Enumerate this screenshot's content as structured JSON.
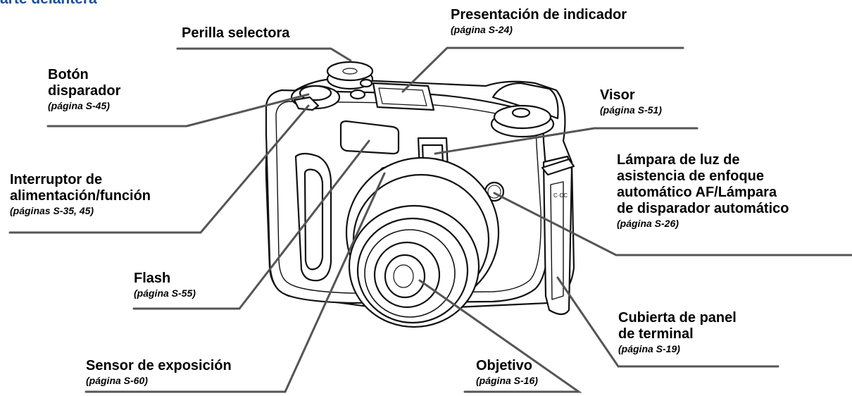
{
  "header": "arte delantera",
  "callouts": {
    "perilla": {
      "title": "Perilla selectora"
    },
    "presentacion": {
      "title": "Presentación de indicador",
      "page": "(página S-24)"
    },
    "boton": {
      "title_1": "Botón",
      "title_2": "disparador",
      "page": "(página S-45)"
    },
    "visor": {
      "title": "Visor",
      "page": "(página S-51)"
    },
    "lampara": {
      "title_1": "Lámpara de luz de",
      "title_2": "asistencia de enfoque",
      "title_3": "automático AF/Lámpara",
      "title_4": "de disparador automático",
      "page": "(página S-26)"
    },
    "interruptor": {
      "title_1": "Interruptor de",
      "title_2": "alimentación/función",
      "page": "(páginas S-35, 45)"
    },
    "flash": {
      "title": "Flash",
      "page": "(página S-55)"
    },
    "cubierta": {
      "title_1": "Cubierta de panel",
      "title_2": "de terminal",
      "page": "(página S-19)"
    },
    "sensor": {
      "title": "Sensor de exposición",
      "page": "(página S-60)"
    },
    "objetivo": {
      "title": "Objetivo",
      "page": "(página S-16)"
    }
  },
  "colors": {
    "header": "#1a4fa0",
    "leader": "#555555",
    "outline": "#111111"
  }
}
